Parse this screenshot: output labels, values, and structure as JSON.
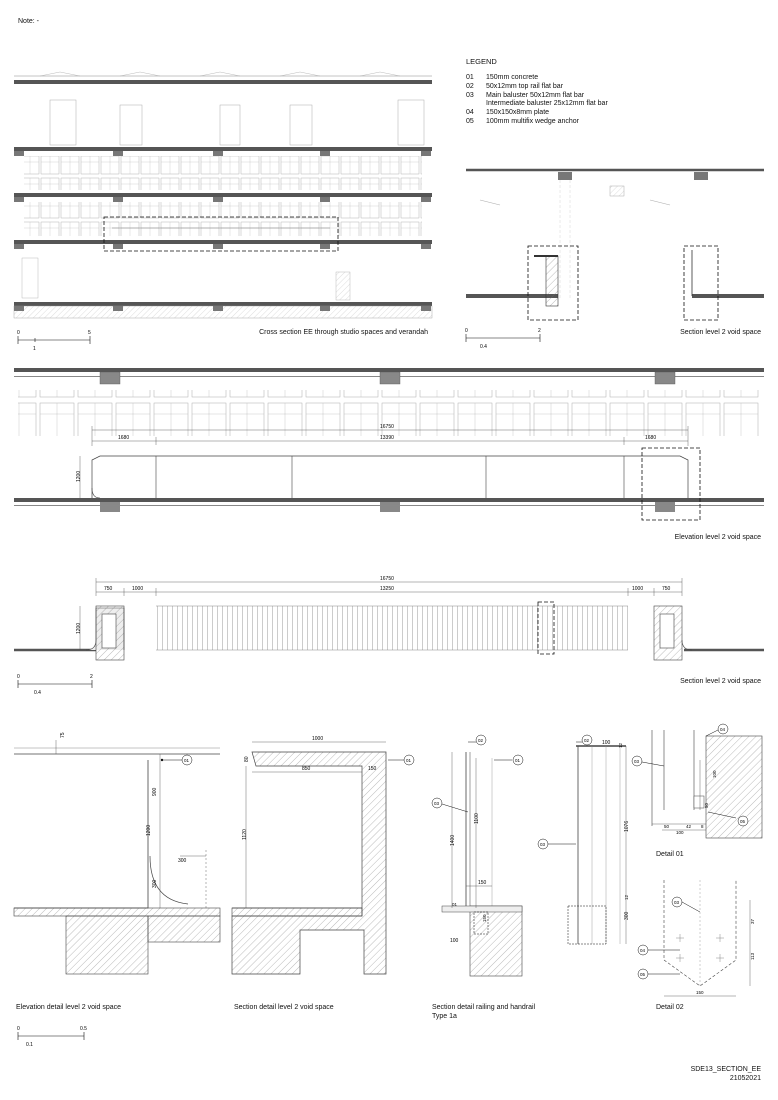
{
  "note": "Note: -",
  "legend": {
    "title": "LEGEND",
    "items": [
      {
        "code": "01",
        "text": "150mm concrete"
      },
      {
        "code": "02",
        "text": "50x12mm top rail flat bar"
      },
      {
        "code": "03",
        "text": "Main baluster 50x12mm flat bar"
      },
      {
        "code": "",
        "text": "Intermediate baluster 25x12mm flat bar"
      },
      {
        "code": "04",
        "text": "150x150x8mm plate"
      },
      {
        "code": "05",
        "text": "100mm multifix wedge anchor"
      }
    ]
  },
  "captions": {
    "cross_section": "Cross section EE through studio spaces and verandah",
    "section_void": "Section level 2 void space",
    "elevation_void": "Elevation level 2 void space",
    "section_void_2": "Section level 2 void space",
    "elev_detail": "Elevation detail level 2 void space",
    "sect_detail": "Section detail level 2 void space",
    "railing_detail_1": "Section detail railing and handrail",
    "railing_detail_2": "Type 1a",
    "detail01": "Detail 01",
    "detail02": "Detail 02"
  },
  "scales": {
    "s1": [
      "0",
      "5",
      "1"
    ],
    "s2": [
      "0",
      "2",
      "0.4"
    ],
    "s3": [
      "0",
      "2",
      "0.4"
    ],
    "s4": [
      "0",
      "0.5",
      "0.1"
    ]
  },
  "dims": {
    "elev_total": "16750",
    "elev_inner": "13390",
    "elev_left": "1680",
    "elev_right": "1680",
    "elev_height": "1200",
    "sec_total": "16750",
    "sec_inner": "13250",
    "sec_l1": "750",
    "sec_l2": "1000",
    "sec_r1": "1000",
    "sec_r2": "750",
    "sec_height": "1200",
    "ed_top": "75",
    "ed_h1": "900",
    "ed_h2": "1200",
    "ed_h3": "300",
    "ed_w": "300",
    "sd_w1": "1000",
    "sd_w2": "850",
    "sd_t": "80",
    "sd_r": "150",
    "sd_h": "1120",
    "rd_h1": "1400",
    "rd_h2": "1100",
    "rd_w": "150",
    "rd_b1": "100",
    "rd_b2": "150",
    "rr_w": "100",
    "rr_t": "12",
    "rr_h1": "1076",
    "rr_h2": "300",
    "rr_b": "12",
    "d1_h": "100",
    "d1_s": "50",
    "d1_w1": "50",
    "d1_w2": "42",
    "d1_w3": "8",
    "d1_w": "100",
    "d2_w": "150",
    "d2_h1": "37",
    "d2_h2": "113"
  },
  "tags": {
    "t01": "01",
    "t02": "02",
    "t03": "03",
    "t04": "04",
    "t05": "05"
  },
  "footer": {
    "code": "SDE13_SECTION_EE",
    "date": "21052021"
  }
}
